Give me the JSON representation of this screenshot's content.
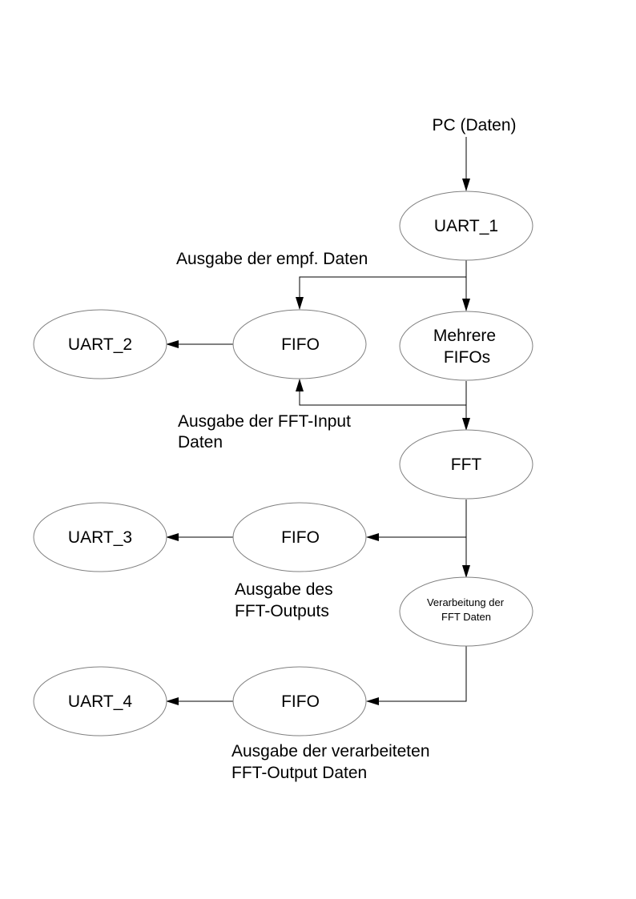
{
  "diagram": {
    "source_label": "PC (Daten)",
    "nodes": {
      "uart1": "UART_1",
      "mehrere_fifos_line1": "Mehrere",
      "mehrere_fifos_line2": "FIFOs",
      "fifo_a": "FIFO",
      "uart2": "UART_2",
      "fft": "FFT",
      "fifo_b": "FIFO",
      "uart3": "UART_3",
      "verarbeitung_line1": "Verarbeitung der",
      "verarbeitung_line2": "FFT Daten",
      "fifo_c": "FIFO",
      "uart4": "UART_4"
    },
    "annotations": {
      "empf_daten": "Ausgabe der empf. Daten",
      "fft_input_line1": "Ausgabe der FFT-Input",
      "fft_input_line2": "Daten",
      "fft_output_line1": "Ausgabe des",
      "fft_output_line2": "FFT-Outputs",
      "verarbeitet_line1": "Ausgabe der verarbeiteten",
      "verarbeitet_line2": "FFT-Output Daten"
    }
  }
}
